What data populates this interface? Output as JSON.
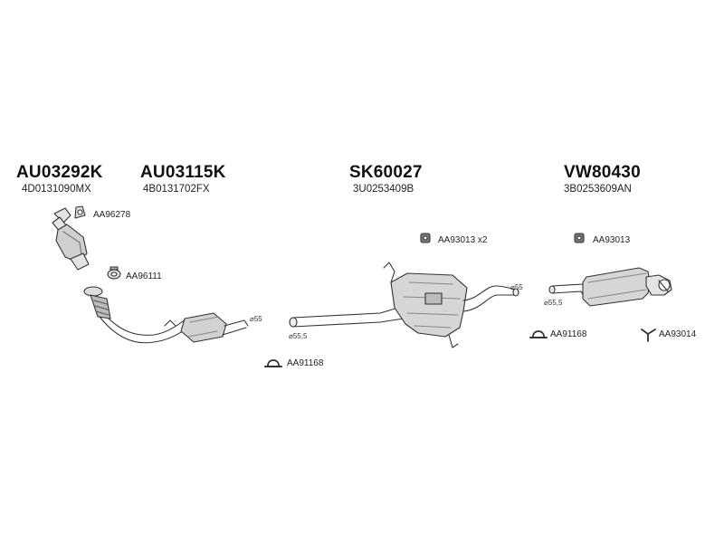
{
  "groups": [
    {
      "code": "AU03292K",
      "part_number": "4D0131090MX"
    },
    {
      "code": "AU03115K",
      "part_number": "4B0131702FX"
    },
    {
      "code": "SK60027",
      "part_number": "3U0253409B"
    },
    {
      "code": "VW80430",
      "part_number": "3B0253609AN"
    }
  ],
  "accessories": [
    {
      "label": "AA96278",
      "icon": "flange-gasket-icon"
    },
    {
      "label": "AA96111",
      "icon": "gasket-ring-icon"
    },
    {
      "label": "AA93013 x2",
      "icon": "rubber-mount-icon"
    },
    {
      "label": "AA93013",
      "icon": "rubber-mount-icon"
    },
    {
      "label": "AA91168",
      "icon": "pipe-clamp-icon"
    },
    {
      "label": "AA91168",
      "icon": "pipe-clamp-icon"
    },
    {
      "label": "AA93014",
      "icon": "hanger-bracket-icon"
    }
  ],
  "dimensions": [
    "⌀55",
    "⌀55,5",
    "⌀55",
    "⌀55,5"
  ]
}
